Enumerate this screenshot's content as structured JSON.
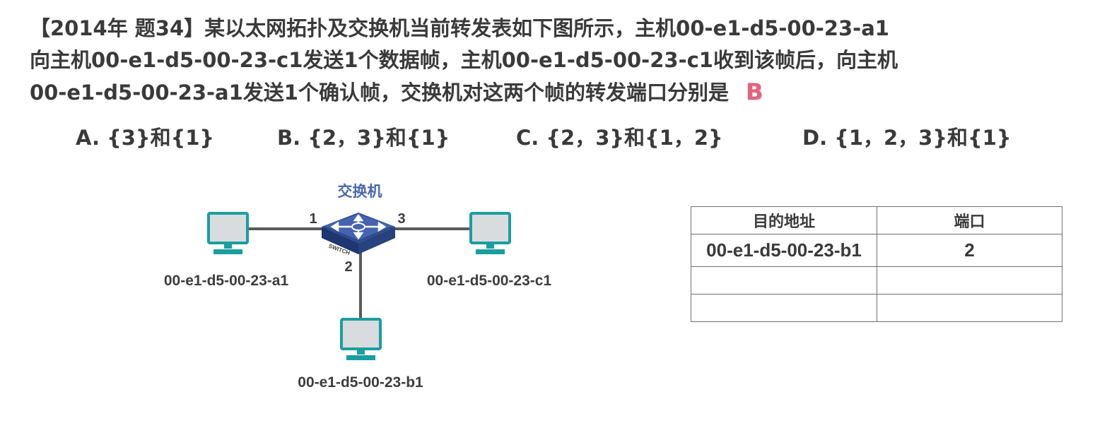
{
  "question": {
    "line1": "【2014年 题34】某以太网拓扑及交换机当前转发表如下图所示，主机00-e1-d5-00-23-a1",
    "line2": "向主机00-e1-d5-00-23-c1发送1个数据帧，主机00-e1-d5-00-23-c1收到该帧后，向主机",
    "line3": "00-e1-d5-00-23-a1发送1个确认帧，交换机对这两个帧的转发端口分别是",
    "answer": "B"
  },
  "options": [
    {
      "text": "A. {3}和{1}"
    },
    {
      "text": "B. {2，3}和{1}"
    },
    {
      "text": "C. {2，3}和{1，2}"
    },
    {
      "text": "D. {1，2，3}和{1}"
    }
  ],
  "diagram": {
    "switch_label": "交换机",
    "switch_text": "SWITCH",
    "port1": "1",
    "port2": "2",
    "port3": "3",
    "host_a": "00-e1-d5-00-23-a1",
    "host_b": "00-e1-d5-00-23-b1",
    "host_c": "00-e1-d5-00-23-c1",
    "colors": {
      "host_frame": "#1a9ea0",
      "host_screen": "#d9dcdf",
      "switch_top": "#3f5ca8",
      "switch_label": "#4a67b3",
      "link": "#5a5a5a"
    }
  },
  "table": {
    "headers": [
      "目的地址",
      "端口"
    ],
    "rows": [
      [
        "00-e1-d5-00-23-b1",
        "2"
      ],
      [
        "",
        ""
      ],
      [
        "",
        ""
      ]
    ]
  }
}
